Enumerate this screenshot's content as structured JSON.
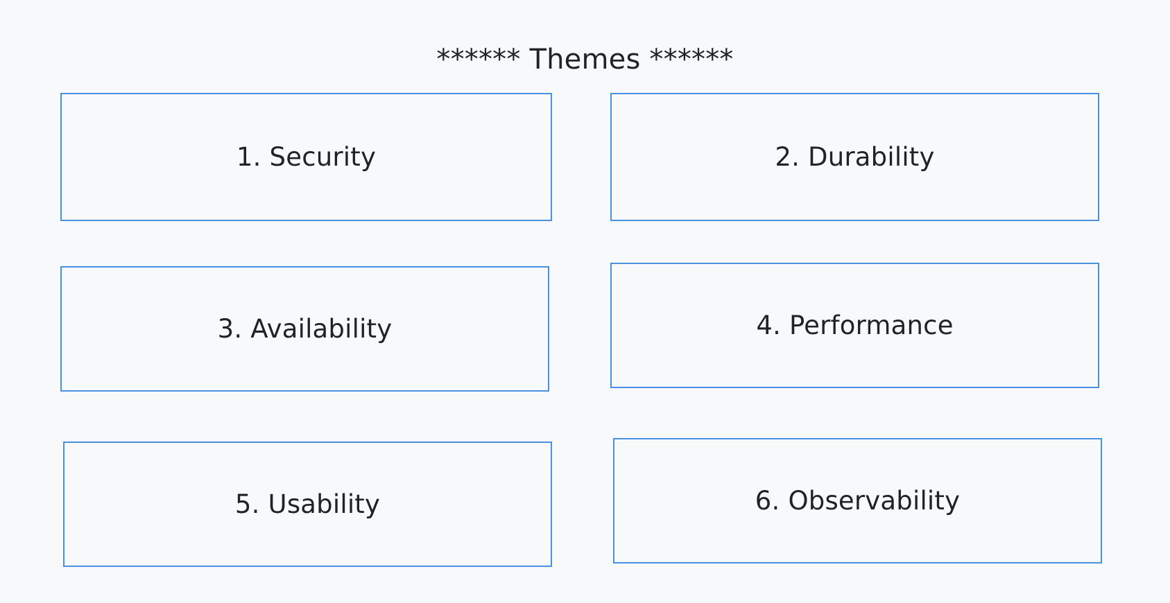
{
  "title": "****** Themes ******",
  "theme_boxes": [
    {
      "label": "1. Security"
    },
    {
      "label": "2. Durability"
    },
    {
      "label": "3. Availability"
    },
    {
      "label": "4. Performance"
    },
    {
      "label": "5. Usability"
    },
    {
      "label": "6. Observability"
    }
  ],
  "colors": {
    "background": "#f8f9fa",
    "box_border": "#4a90e2",
    "text": "#1f2328"
  }
}
